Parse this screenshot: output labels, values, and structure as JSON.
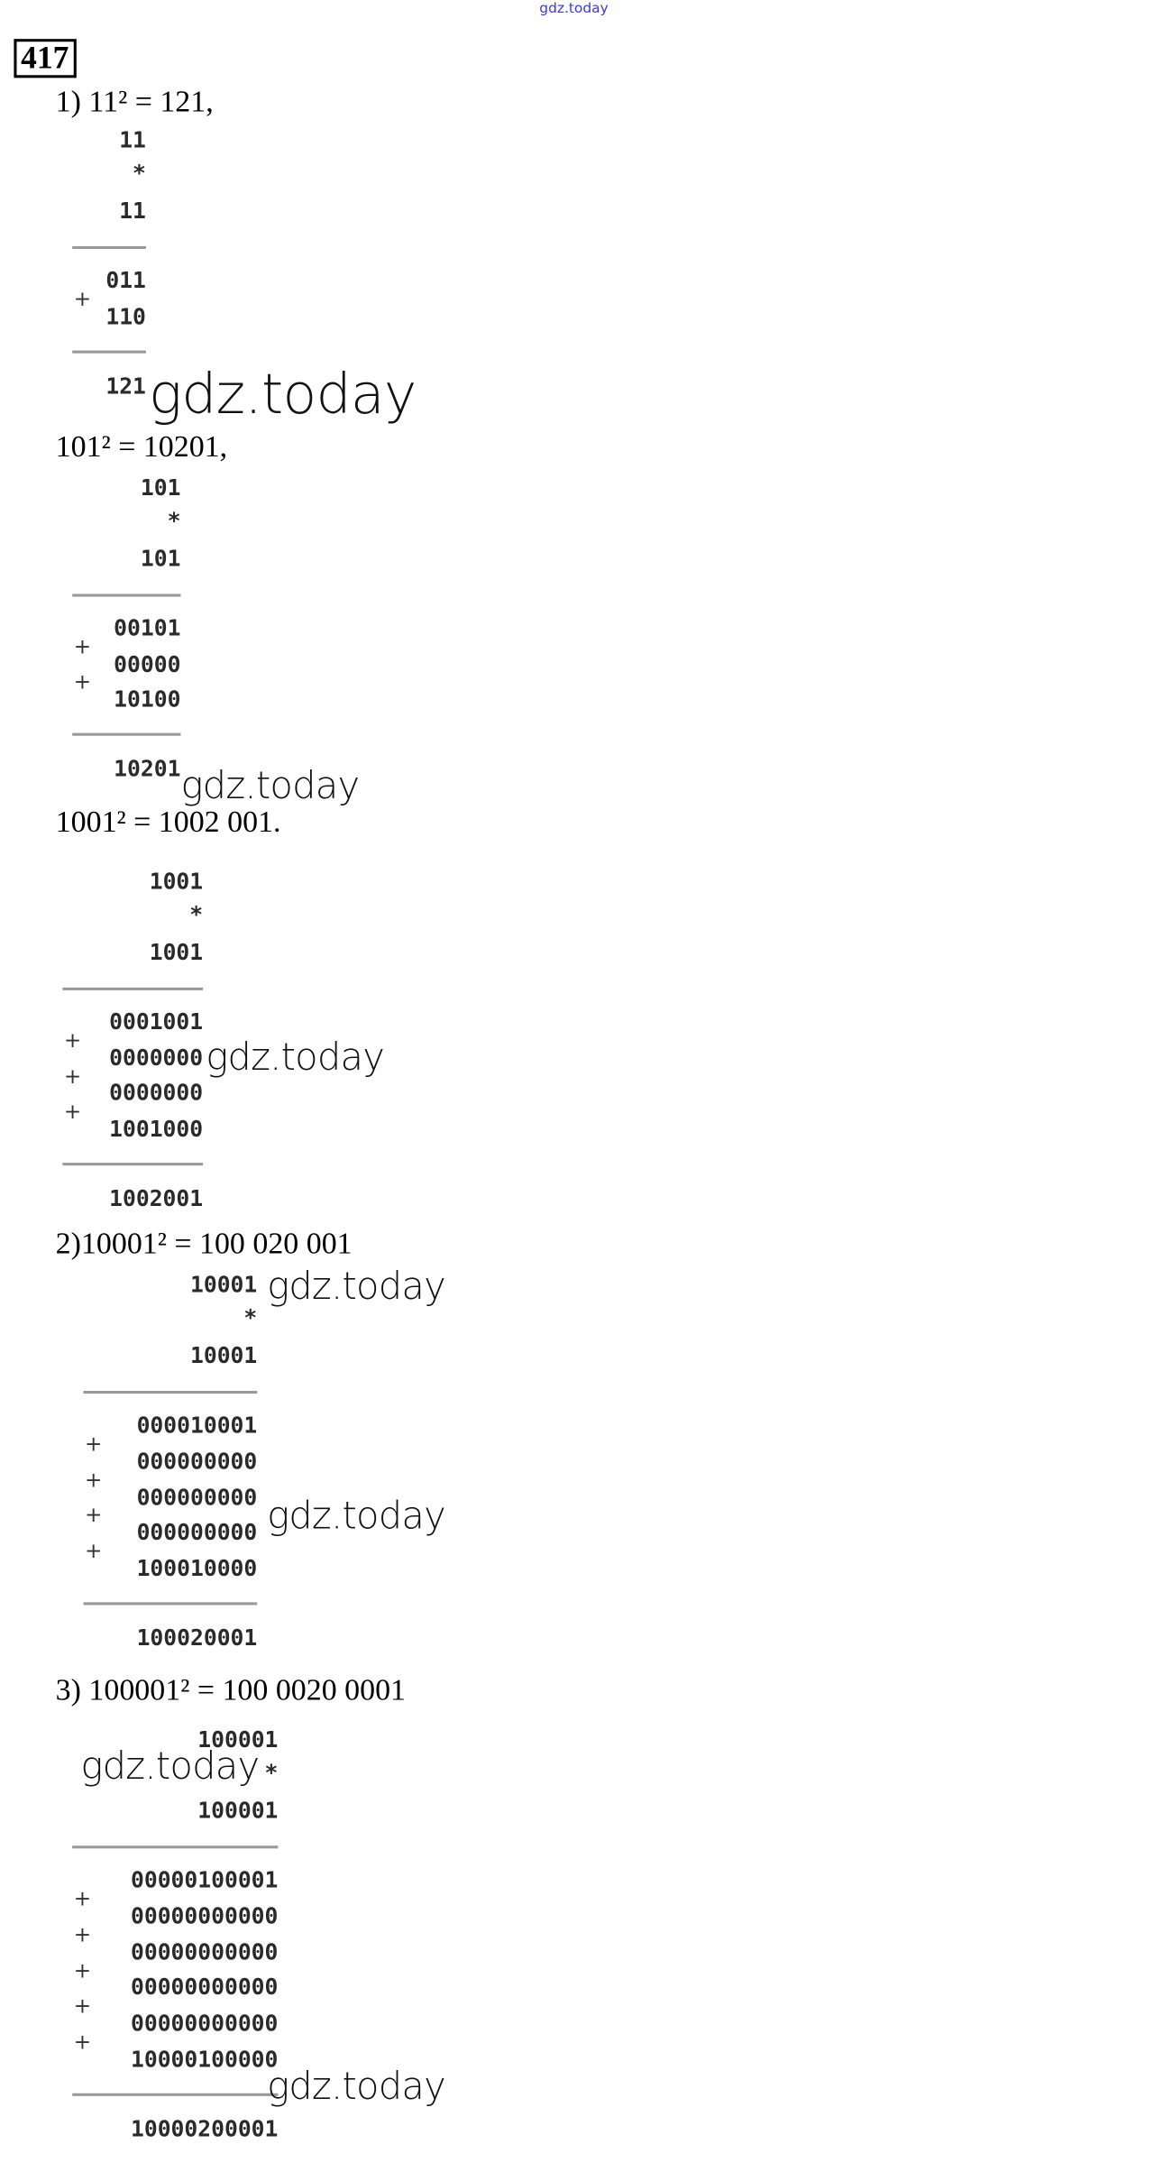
{
  "site_label": "gdz.today",
  "problem_number": "417",
  "blocks": [
    {
      "heading": "1) 11² = 121,",
      "multiplicand": "11",
      "operator": "*",
      "multiplier": "11",
      "partials": [
        "011",
        "110"
      ],
      "result": "121"
    },
    {
      "heading": "101² = 10201,",
      "multiplicand": "101",
      "operator": "*",
      "multiplier": "101",
      "partials": [
        "00101",
        "00000",
        "10100"
      ],
      "result": "10201"
    },
    {
      "heading": "1001² = 1002 001.",
      "multiplicand": "1001",
      "operator": "*",
      "multiplier": "1001",
      "partials": [
        "0001001",
        "0000000",
        "0000000",
        "1001000"
      ],
      "result": "1002001"
    },
    {
      "heading": "2)10001² = 100 020 001",
      "multiplicand": "10001",
      "operator": "*",
      "multiplier": "10001",
      "partials": [
        "000010001",
        "000000000",
        "000000000",
        "000000000",
        "100010000"
      ],
      "result": "100020001"
    },
    {
      "heading": "3) 100001² = 100 0020 0001",
      "multiplicand": "100001",
      "operator": "*",
      "multiplier": "100001",
      "partials": [
        "00000100001",
        "00000000000",
        "00000000000",
        "00000000000",
        "00000000000",
        "10000100000"
      ],
      "result": "10000200001"
    }
  ],
  "plus_sign": "+",
  "watermarks": [
    "gdz.today",
    "gdz.today",
    "gdz.today",
    "gdz.today",
    "gdz.today",
    "gdz.today",
    "gdz.today"
  ]
}
